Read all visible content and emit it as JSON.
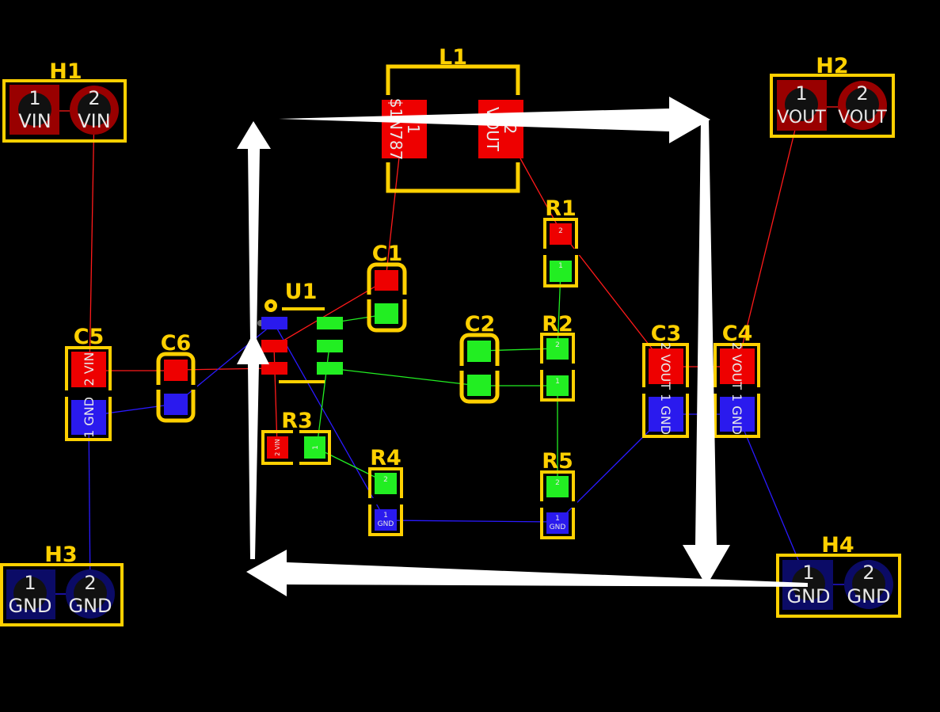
{
  "colors": {
    "background": "#000000",
    "silkscreen": "#ffd000",
    "net_vin": "#ff0000",
    "net_gnd": "#2200ee",
    "net_signal": "#22ee22",
    "pad_dark_red": "#990000",
    "pad_dark_blue": "#0b0b66",
    "arrow": "#ffffff"
  },
  "components": {
    "h1": {
      "ref": "H1",
      "pad1_num": "1",
      "pad1_net": "VIN",
      "pad2_num": "2",
      "pad2_net": "VIN"
    },
    "h2": {
      "ref": "H2",
      "pad1_num": "1",
      "pad1_net": "VOUT",
      "pad2_num": "2",
      "pad2_net": "VOUT"
    },
    "h3": {
      "ref": "H3",
      "pad1_num": "1",
      "pad1_net": "GND",
      "pad2_num": "2",
      "pad2_net": "GND"
    },
    "h4": {
      "ref": "H4",
      "pad1_num": "1",
      "pad1_net": "GND",
      "pad2_num": "2",
      "pad2_net": "GND"
    },
    "l1": {
      "ref": "L1",
      "pad1_label": "1",
      "pad1_net": "$1N787",
      "pad2_label": "2",
      "pad2_net": "VOUT"
    },
    "u1": {
      "ref": "U1"
    },
    "c1": {
      "ref": "C1"
    },
    "c2": {
      "ref": "C2"
    },
    "c3": {
      "ref": "C3",
      "pad2_label": "2 VOUT",
      "pad1_label": "1 GND"
    },
    "c4": {
      "ref": "C4",
      "pad2_label": "2 VOUT",
      "pad1_label": "1 GND"
    },
    "c5": {
      "ref": "C5",
      "pad2_label": "2 VIN",
      "pad1_label": "1 GND"
    },
    "c6": {
      "ref": "C6"
    },
    "r1": {
      "ref": "R1",
      "pad2_num": "2",
      "pad1_num": "1"
    },
    "r2": {
      "ref": "R2",
      "pad2_num": "2",
      "pad1_num": "1"
    },
    "r3": {
      "ref": "R3",
      "pad2_label": "2 VIN",
      "pad1_num": "1"
    },
    "r4": {
      "ref": "R4",
      "pad2_num": "2",
      "pad1_num": "1",
      "pad1_net": "GND"
    },
    "r5": {
      "ref": "R5",
      "pad2_num": "2",
      "pad1_num": "1",
      "pad1_net": "GND"
    }
  }
}
